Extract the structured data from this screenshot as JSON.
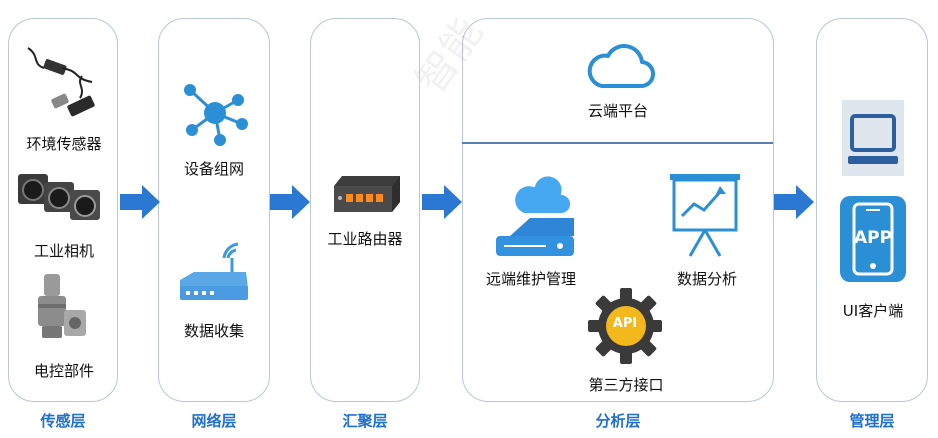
{
  "layers": [
    {
      "name": "传感层"
    },
    {
      "name": "网络层"
    },
    {
      "name": "汇聚层"
    },
    {
      "name": "分析层"
    },
    {
      "name": "管理层"
    }
  ],
  "sensing": {
    "env_sensor": "环境传感器",
    "industrial_camera": "工业相机",
    "control_parts": "电控部件"
  },
  "network": {
    "device_network": "设备组网",
    "data_collection": "数据收集"
  },
  "aggregation": {
    "router": "工业路由器"
  },
  "analysis": {
    "cloud_platform": "云端平台",
    "remote_maintenance": "远端维护管理",
    "data_analysis": "数据分析",
    "third_party_api": "第三方接口",
    "api_badge": "API"
  },
  "management": {
    "app_badge": "APP",
    "ui_client": "UI客户端"
  },
  "colors": {
    "accent": "#1f6fd0",
    "icon_blue": "#2b8fd6",
    "arrow": "#2b78d2"
  }
}
